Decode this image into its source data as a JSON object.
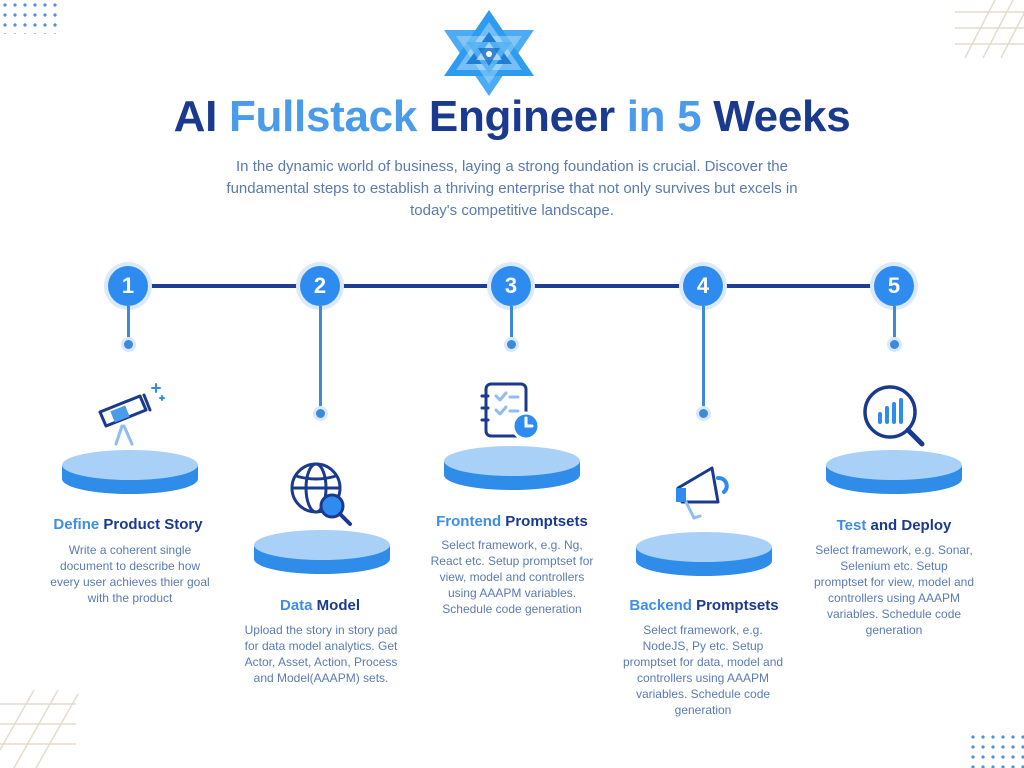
{
  "header": {
    "title_part1": "AI ",
    "title_part2": "Fullstack",
    "title_part3": " Engineer ",
    "title_part4": "in 5",
    "title_part5": " Weeks",
    "subtitle": "In the dynamic world of business, laying a strong foundation is crucial. Discover the fundamental steps to establish a thriving enterprise that not only survives but excels in today's competitive landscape."
  },
  "colors": {
    "navy": "#1a3a8f",
    "accent": "#4a9bea",
    "node": "#2e8cf0",
    "text": "#5b7bb0"
  },
  "steps": [
    {
      "number": "1",
      "title_highlight": "Define",
      "title_rest": " Product Story",
      "icon": "telescope-icon",
      "description": "Write a coherent single document to describe how every user achieves thier goal with the product"
    },
    {
      "number": "2",
      "title_highlight": "Data",
      "title_rest": " Model",
      "icon": "globe-search-icon",
      "description": "Upload the story in story pad for data model analytics. Get Actor, Asset, Action, Process and Model(AAAPM) sets."
    },
    {
      "number": "3",
      "title_highlight": "Frontend",
      "title_rest": " Promptsets",
      "icon": "checklist-clock-icon",
      "description": "Select framework, e.g. Ng, React etc. Setup promptset for view, model and controllers using AAAPM variables. Schedule code generation"
    },
    {
      "number": "4",
      "title_highlight": "Backend",
      "title_rest": " Promptsets",
      "icon": "megaphone-icon",
      "description": "Select framework, e.g. NodeJS, Py etc. Setup promptset for data, model and controllers using AAAPM variables. Schedule code generation"
    },
    {
      "number": "5",
      "title_highlight": "Test",
      "title_rest": " and Deploy",
      "icon": "chart-magnifier-icon",
      "description": "Select framework, e.g. Sonar, Selenium etc. Setup promptset for view, model and controllers using AAAPM variables. Schedule code generation"
    }
  ]
}
